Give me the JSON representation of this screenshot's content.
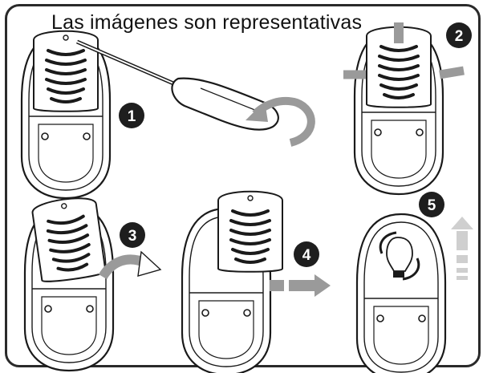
{
  "caption": "Las imágenes son representativas",
  "steps": [
    {
      "number": "1",
      "description": "pry-open-cover-with-screwdriver"
    },
    {
      "number": "2",
      "description": "press-cover-sides"
    },
    {
      "number": "3",
      "description": "lift-cover"
    },
    {
      "number": "4",
      "description": "slide-cover-off"
    },
    {
      "number": "5",
      "description": "replace-bulb"
    }
  ],
  "colors": {
    "outline": "#1a1a1a",
    "badge": "#1e1e1e",
    "badge_text": "#ffffff",
    "arrow": "#9a9a9a",
    "arrow_light": "#cfcfcf"
  },
  "icons": [
    "screwdriver-icon",
    "rotate-arrow-icon",
    "press-arrow-icon",
    "lift-arrow-icon",
    "slide-arrow-icon",
    "up-arrow-icon",
    "bulb-icon"
  ]
}
